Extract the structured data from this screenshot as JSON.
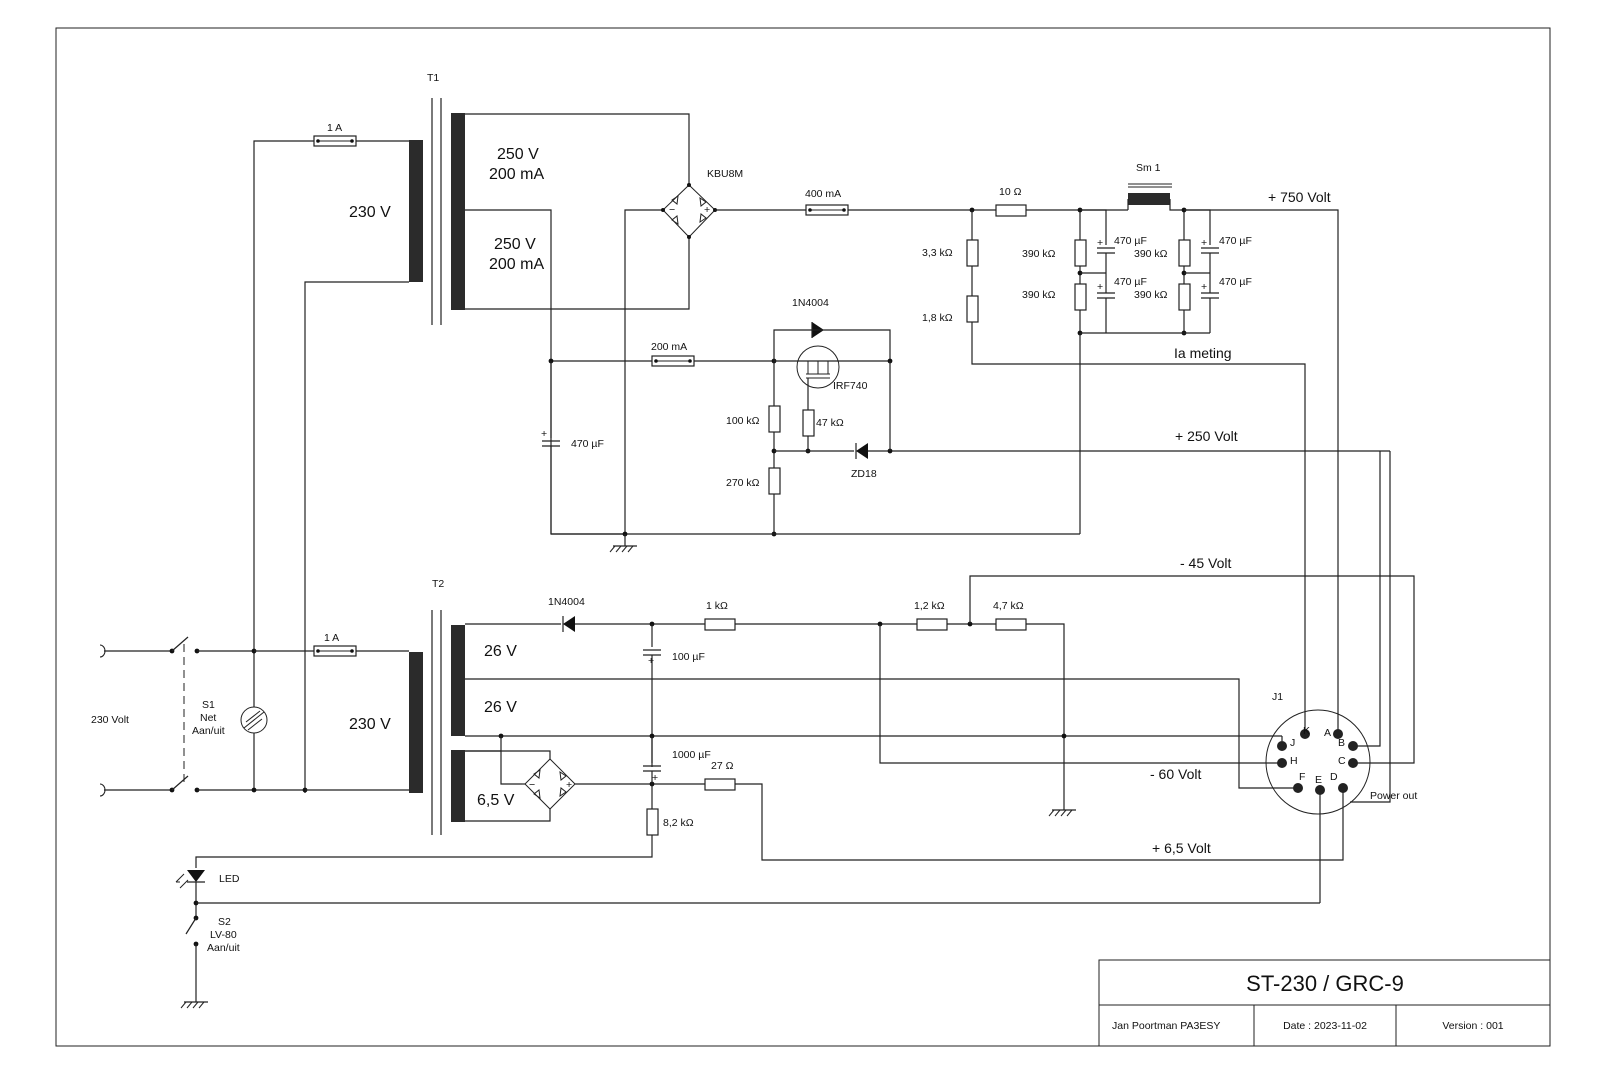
{
  "title_block": {
    "title": "ST-230 / GRC-9",
    "author": "Jan Poortman  PA3ESY",
    "date": "Date : 2023-11-02",
    "version": "Version : 001"
  },
  "transformers": {
    "t1": {
      "ref": "T1",
      "primary": "230 V",
      "sec1_voltage": "250 V",
      "sec1_current": "200 mA",
      "sec2_voltage": "250 V",
      "sec2_current": "200 mA"
    },
    "t2": {
      "ref": "T2",
      "primary": "230 V",
      "sec1": "26 V",
      "sec2": "26 V",
      "sec3": "6,5 V"
    }
  },
  "mains": {
    "label": "230 Volt",
    "switch_ref": "S1",
    "switch_desc1": "Net",
    "switch_desc2": "Aan/uit"
  },
  "fuses": {
    "f1": "1 A",
    "f2": "1 A",
    "f3": "400 mA",
    "f4": "200 mA"
  },
  "bridge": {
    "ref": "KBU8M"
  },
  "choke": {
    "ref": "Sm 1"
  },
  "hv_section": {
    "r_series": "10 Ω",
    "r_div1": "3,3 kΩ",
    "r_div2": "1,8 kΩ",
    "r_bleed1": "390 kΩ",
    "r_bleed2": "390 kΩ",
    "r_bleed3": "390 kΩ",
    "r_bleed4": "390 kΩ",
    "c1": "470 µF",
    "c2": "470 µF",
    "c3": "470 µF",
    "c4": "470 µF"
  },
  "regulator": {
    "diode": "1N4004",
    "mosfet": "IRF740",
    "r1": "100 kΩ",
    "r2": "47 kΩ",
    "r3": "270 kΩ",
    "zener": "ZD18",
    "c_in": "470 µF"
  },
  "low_voltage": {
    "diode": "1N4004",
    "r1": "1 kΩ",
    "r2": "1,2 kΩ",
    "r3": "4,7 kΩ",
    "c1": "100 µF",
    "c2": "1000 µF",
    "r4": "27 Ω",
    "r5": "8,2 kΩ"
  },
  "rails": {
    "v750": "+ 750 Volt",
    "ia": "Ia meting",
    "v250": "+ 250 Volt",
    "v45": "- 45 Volt",
    "v60": "- 60 Volt",
    "v65": "+ 6,5 Volt"
  },
  "connector": {
    "ref": "J1",
    "label": "Power out",
    "pins": [
      "K",
      "A",
      "B",
      "J",
      "H",
      "C",
      "F",
      "E",
      "D"
    ]
  },
  "led": {
    "label": "LED"
  },
  "switch2": {
    "ref": "S2",
    "desc1": "LV-80",
    "desc2": "Aan/uit"
  }
}
